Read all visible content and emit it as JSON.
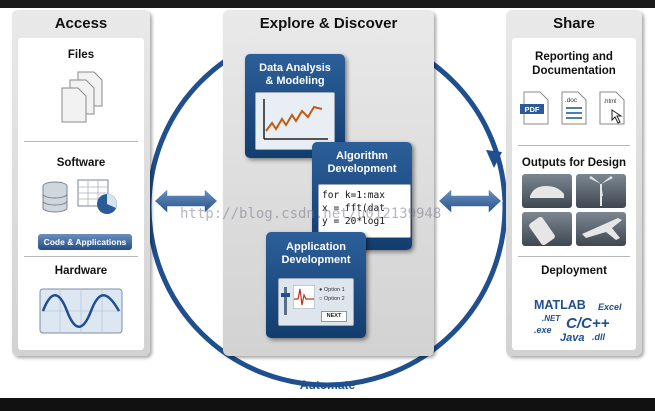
{
  "columns": {
    "access": {
      "title": "Access",
      "sections": [
        {
          "title": "Files"
        },
        {
          "title": "Software",
          "button": "Code & Applications"
        },
        {
          "title": "Hardware"
        }
      ]
    },
    "explore": {
      "title": "Explore & Discover",
      "cards": [
        {
          "title_line1": "Data Analysis",
          "title_line2": "& Modeling"
        },
        {
          "title_line1": "Algorithm",
          "title_line2": "Development",
          "code": [
            "for k=1:max",
            "x = fft(dat",
            "y = 20*log1"
          ]
        },
        {
          "title_line1": "Application",
          "title_line2": "Development",
          "ui": {
            "option1": "Option 1",
            "option2": "Option 2",
            "next": "NEXT"
          }
        }
      ]
    },
    "share": {
      "title": "Share",
      "sections": [
        {
          "title_line1": "Reporting and",
          "title_line2": "Documentation",
          "doc_labels": [
            "PDF",
            ".doc",
            ".html"
          ]
        },
        {
          "title": "Outputs for Design"
        },
        {
          "title": "Deployment",
          "formats": {
            "matlab": "MATLAB",
            "excel": "Excel",
            "net": ".NET",
            "exe": ".exe",
            "cpp": "C/C++",
            "java": "Java",
            "dll": ".dll"
          }
        }
      ]
    }
  },
  "cycle_label": "Automate",
  "watermark": "http://blog.csdn.net/u012139948",
  "colors": {
    "card_blue": "#1f4f8e",
    "circle": "#1f4f8e",
    "panel_gray": "#dcdcdc"
  }
}
